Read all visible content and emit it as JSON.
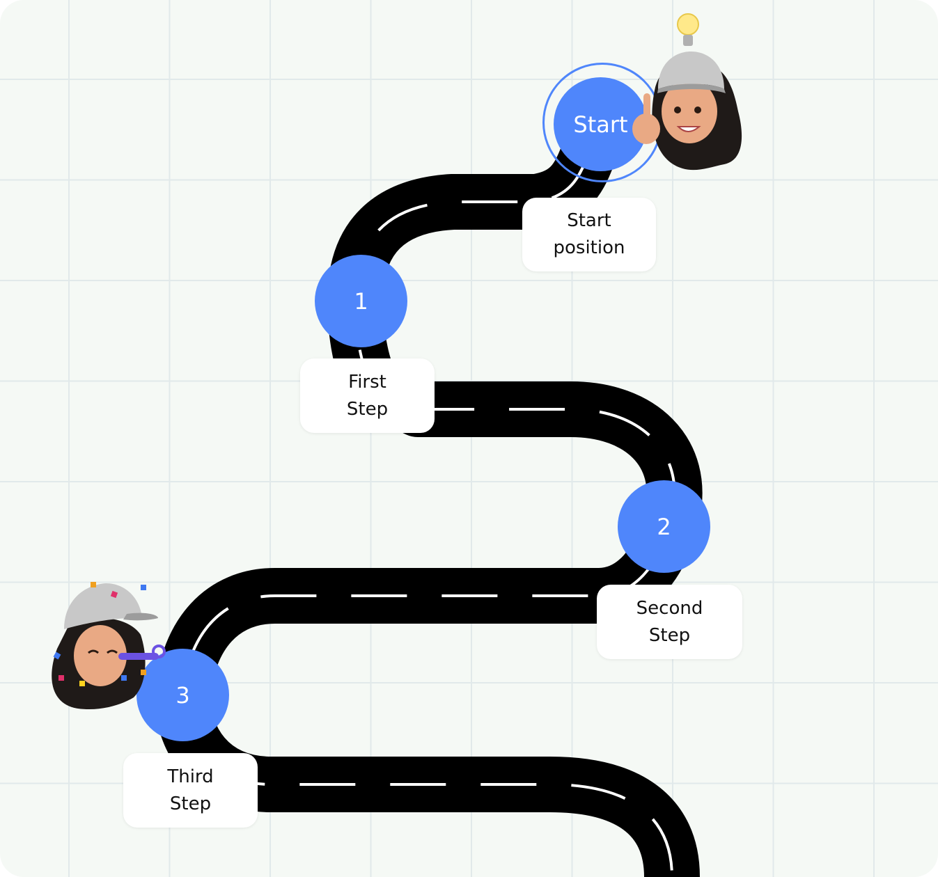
{
  "colors": {
    "node": "#4f86fb",
    "road": "#000000",
    "lane": "#ffffff",
    "grid": "#e1e9ea",
    "background": "#f5f9f5"
  },
  "nodes": {
    "start": "Start",
    "step1": "1",
    "step2": "2",
    "step3": "3"
  },
  "labels": {
    "start": "Start\nposition",
    "step1": "First\nStep",
    "step2": "Second\nStep",
    "step3": "Third\nStep"
  },
  "avatars": {
    "top": "memoji-pointing-lightbulb-icon",
    "bottom": "memoji-party-confetti-icon"
  }
}
